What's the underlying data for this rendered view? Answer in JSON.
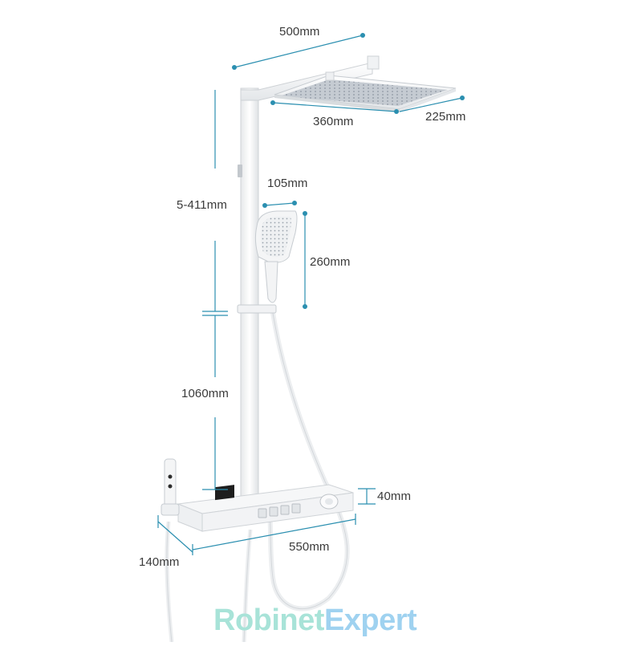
{
  "dimensions": {
    "head_width": "500mm",
    "head_depth": "360mm",
    "head_side": "225mm",
    "handheld_width": "105mm",
    "height_adjust": "5-411mm",
    "handheld_length": "260mm",
    "bar_height": "1060mm",
    "shelf_thickness": "40mm",
    "shelf_length": "550mm",
    "spout_offset": "140mm"
  },
  "brand": {
    "part_a": "Robinet",
    "part_b": "Expert",
    "color_a": "#a8e3d8",
    "color_b": "#9fd2f0"
  },
  "colors": {
    "dimension_line": "#2b8fb0",
    "product_white": "#f4f5f6",
    "product_edge": "#c8ccd0"
  }
}
